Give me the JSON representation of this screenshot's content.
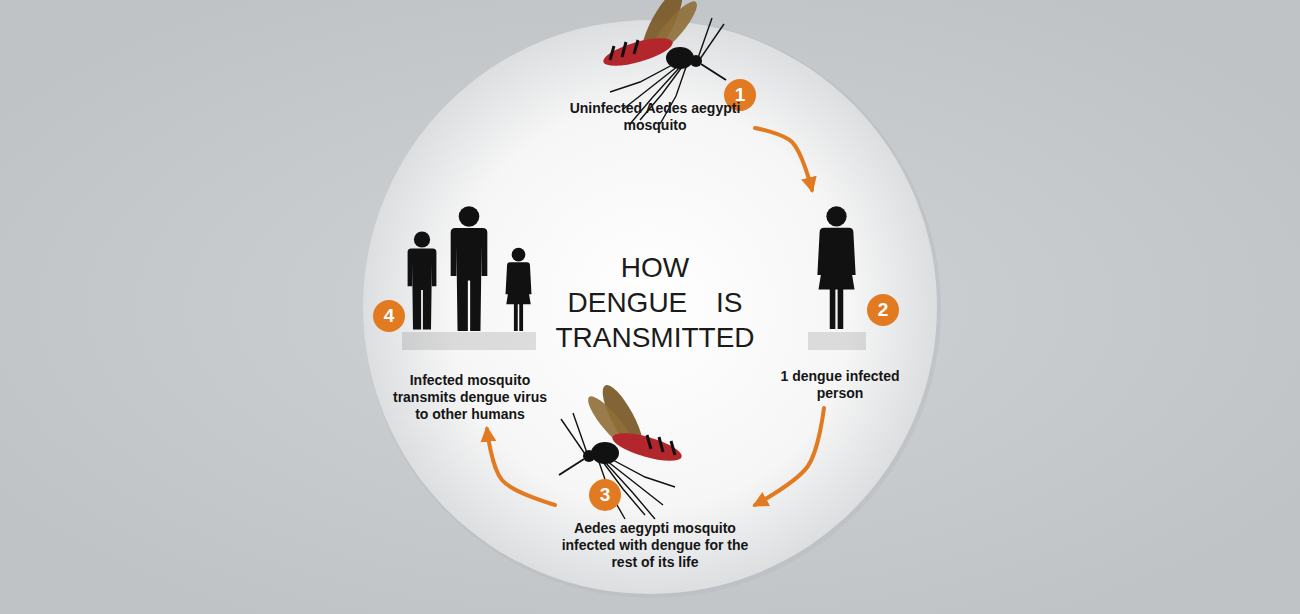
{
  "diagram": {
    "title": "HOW DENGUE IS TRANSMITTED",
    "nodes": [
      {
        "text": [
          "1",
          "Uninfected Aedes aegypti mosquito"
        ]
      },
      {
        "text": [
          "2",
          "1 dengue infected person"
        ]
      },
      {
        "text": [
          "3",
          "Aedes aegypti mosquito infected with dengue for the rest of its life"
        ]
      },
      {
        "text": [
          "4",
          "Infected mosquito transmits dengue virus to other humans"
        ]
      }
    ],
    "edges": [
      {
        "from": 0,
        "to": 1,
        "arrow": "to"
      },
      {
        "from": 1,
        "to": 2,
        "arrow": "to"
      },
      {
        "from": 2,
        "to": 3,
        "arrow": "to"
      }
    ]
  }
}
